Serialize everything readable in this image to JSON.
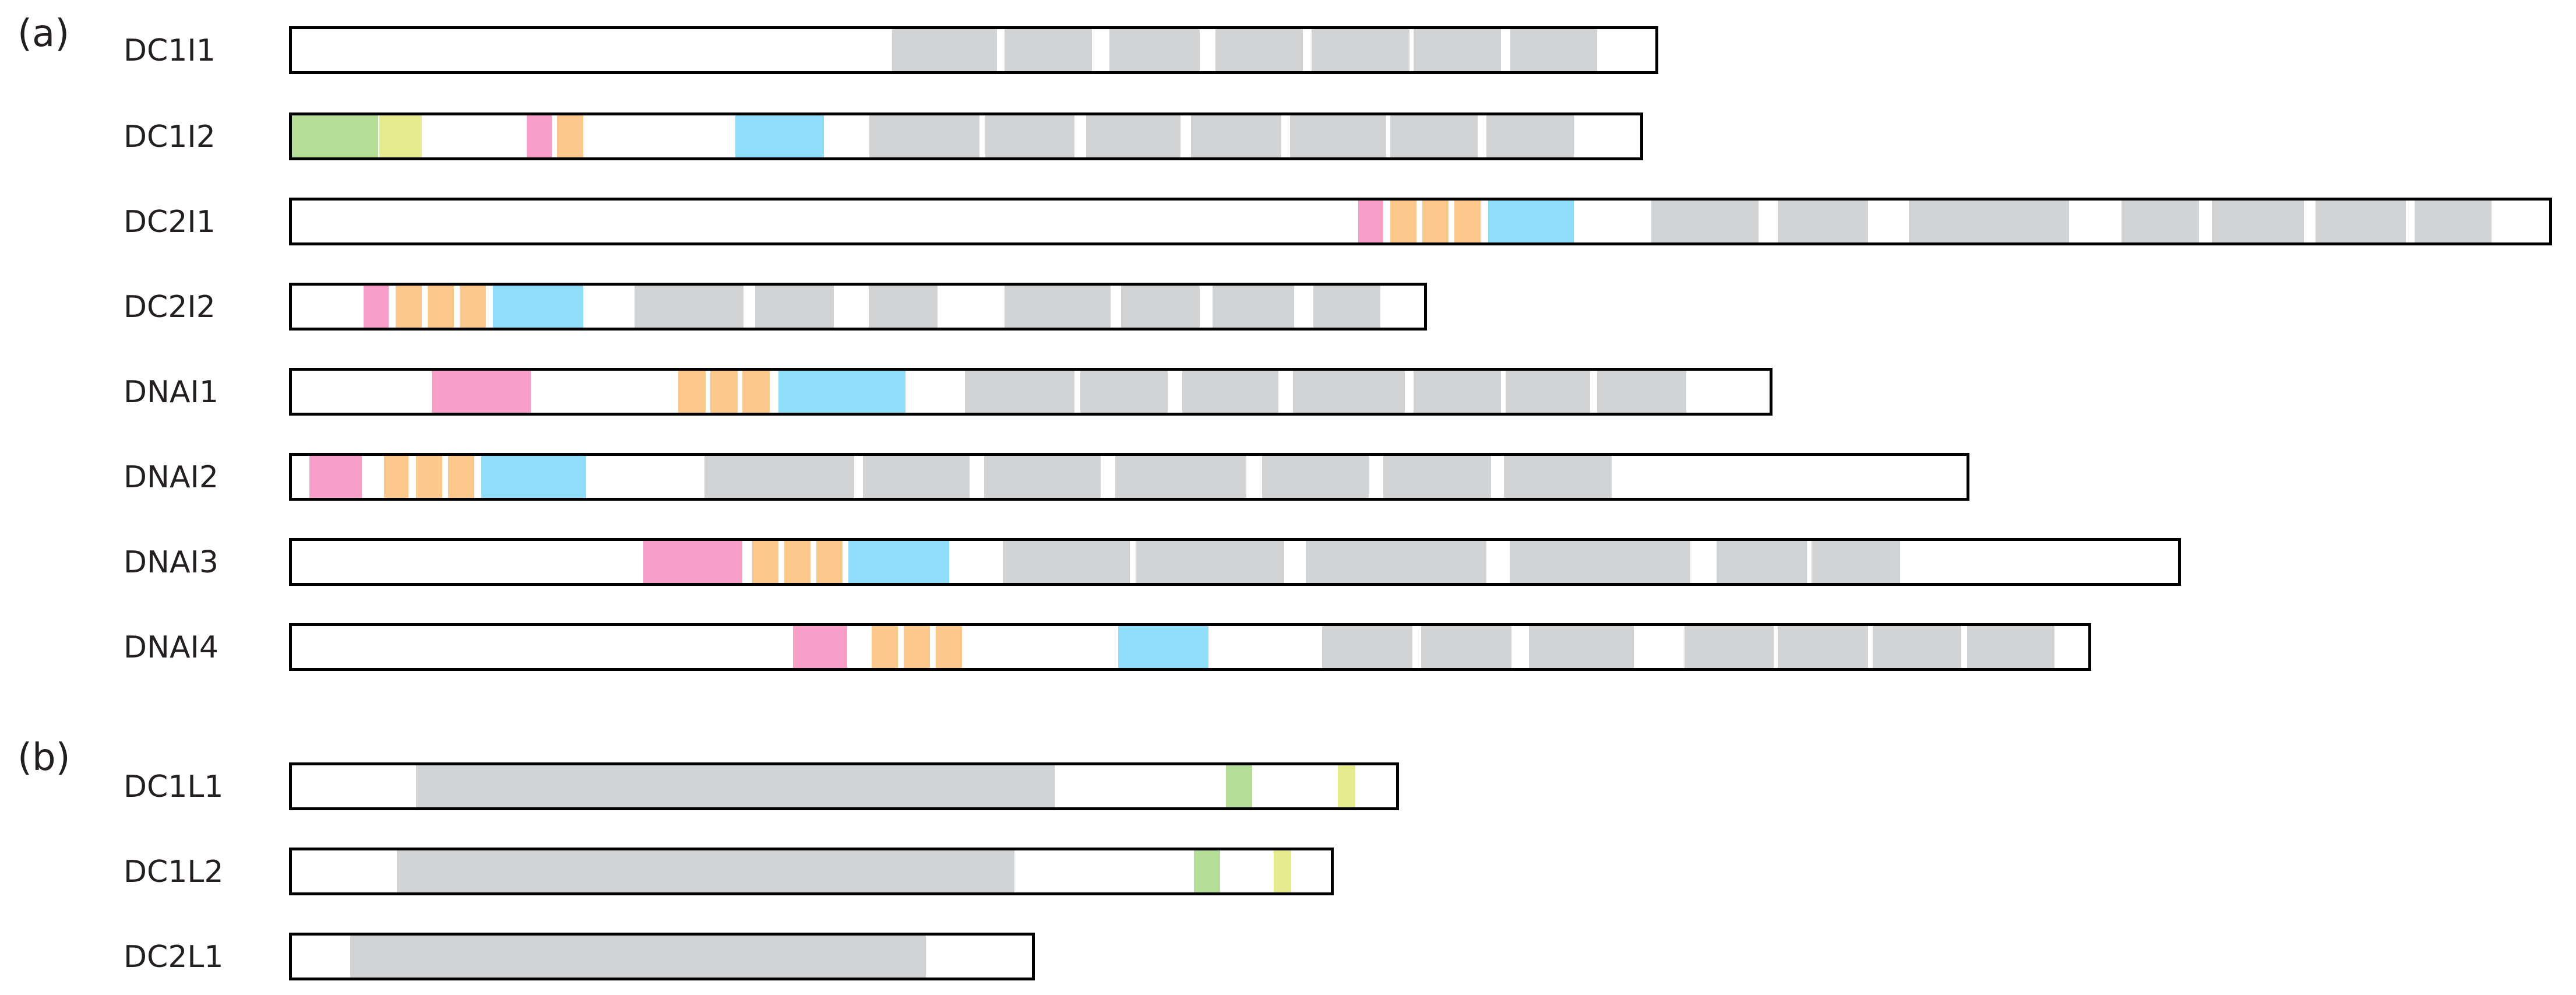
{
  "colors": {
    "gray": "#d1d3d4",
    "green": "#b6dd97",
    "yellow": "#e6ec8d",
    "pink": "#f89fc9",
    "orange": "#fcc88b",
    "cyan": "#8fddf8",
    "outline": "#000000",
    "text": "#231f20"
  },
  "panels": [
    {
      "label": "(a)",
      "rows": [
        {
          "name": "DC1I1",
          "length": 2350,
          "domains": [
            {
              "c": "gray",
              "s": 1035,
              "e": 1215
            },
            {
              "c": "gray",
              "s": 1228,
              "e": 1378
            },
            {
              "c": "gray",
              "s": 1408,
              "e": 1563
            },
            {
              "c": "gray",
              "s": 1590,
              "e": 1740
            },
            {
              "c": "gray",
              "s": 1755,
              "e": 1923
            },
            {
              "c": "gray",
              "s": 1930,
              "e": 2080
            },
            {
              "c": "gray",
              "s": 2096,
              "e": 2245
            }
          ]
        },
        {
          "name": "DC1I2",
          "length": 2324,
          "domains": [
            {
              "c": "green",
              "s": 0,
              "e": 148
            },
            {
              "c": "yellow",
              "s": 155,
              "e": 228
            },
            {
              "c": "pink",
              "s": 408,
              "e": 451
            },
            {
              "c": "orange",
              "s": 460,
              "e": 505
            },
            {
              "c": "cyan",
              "s": 766,
              "e": 918
            },
            {
              "c": "gray",
              "s": 996,
              "e": 1185
            },
            {
              "c": "gray",
              "s": 1195,
              "e": 1348
            },
            {
              "c": "gray",
              "s": 1368,
              "e": 1530
            },
            {
              "c": "gray",
              "s": 1548,
              "e": 1703
            },
            {
              "c": "gray",
              "s": 1718,
              "e": 1883
            },
            {
              "c": "gray",
              "s": 1890,
              "e": 2040
            },
            {
              "c": "gray",
              "s": 2055,
              "e": 2205
            }
          ]
        },
        {
          "name": "DC2I1",
          "length": 3884,
          "domains": [
            {
              "c": "pink",
              "s": 1835,
              "e": 1878
            },
            {
              "c": "orange",
              "s": 1890,
              "e": 1935
            },
            {
              "c": "orange",
              "s": 1945,
              "e": 1990
            },
            {
              "c": "orange",
              "s": 2000,
              "e": 2045
            },
            {
              "c": "cyan",
              "s": 2058,
              "e": 2205
            },
            {
              "c": "gray",
              "s": 2338,
              "e": 2522
            },
            {
              "c": "gray",
              "s": 2555,
              "e": 2710
            },
            {
              "c": "gray",
              "s": 2780,
              "e": 3055
            },
            {
              "c": "gray",
              "s": 3145,
              "e": 3278
            },
            {
              "c": "gray",
              "s": 3300,
              "e": 3458
            },
            {
              "c": "gray",
              "s": 3478,
              "e": 3633
            },
            {
              "c": "gray",
              "s": 3648,
              "e": 3780
            }
          ]
        },
        {
          "name": "DC2I2",
          "length": 1953,
          "domains": [
            {
              "c": "pink",
              "s": 128,
              "e": 171
            },
            {
              "c": "orange",
              "s": 183,
              "e": 228
            },
            {
              "c": "orange",
              "s": 238,
              "e": 283
            },
            {
              "c": "orange",
              "s": 293,
              "e": 338
            },
            {
              "c": "cyan",
              "s": 350,
              "e": 505
            },
            {
              "c": "gray",
              "s": 593,
              "e": 780
            },
            {
              "c": "gray",
              "s": 800,
              "e": 935
            },
            {
              "c": "gray",
              "s": 995,
              "e": 1113
            },
            {
              "c": "gray",
              "s": 1228,
              "e": 1410
            },
            {
              "c": "gray",
              "s": 1428,
              "e": 1563
            },
            {
              "c": "gray",
              "s": 1585,
              "e": 1725
            },
            {
              "c": "gray",
              "s": 1758,
              "e": 1873
            }
          ]
        },
        {
          "name": "DNAI1",
          "length": 2546,
          "domains": [
            {
              "c": "pink",
              "s": 245,
              "e": 415
            },
            {
              "c": "orange",
              "s": 668,
              "e": 715
            },
            {
              "c": "orange",
              "s": 723,
              "e": 770
            },
            {
              "c": "orange",
              "s": 778,
              "e": 825
            },
            {
              "c": "cyan",
              "s": 840,
              "e": 1058
            },
            {
              "c": "gray",
              "s": 1160,
              "e": 1348
            },
            {
              "c": "gray",
              "s": 1358,
              "e": 1508
            },
            {
              "c": "gray",
              "s": 1533,
              "e": 1698
            },
            {
              "c": "gray",
              "s": 1723,
              "e": 1915
            },
            {
              "c": "gray",
              "s": 1930,
              "e": 2080
            },
            {
              "c": "gray",
              "s": 2088,
              "e": 2233
            },
            {
              "c": "gray",
              "s": 2245,
              "e": 2398
            }
          ]
        },
        {
          "name": "DNAI2",
          "length": 2884,
          "domains": [
            {
              "c": "pink",
              "s": 35,
              "e": 125
            },
            {
              "c": "orange",
              "s": 163,
              "e": 205
            },
            {
              "c": "orange",
              "s": 218,
              "e": 263
            },
            {
              "c": "orange",
              "s": 273,
              "e": 318
            },
            {
              "c": "cyan",
              "s": 330,
              "e": 510
            },
            {
              "c": "gray",
              "s": 713,
              "e": 970
            },
            {
              "c": "gray",
              "s": 985,
              "e": 1168
            },
            {
              "c": "gray",
              "s": 1193,
              "e": 1393
            },
            {
              "c": "gray",
              "s": 1418,
              "e": 1643
            },
            {
              "c": "gray",
              "s": 1670,
              "e": 1853
            },
            {
              "c": "gray",
              "s": 1878,
              "e": 2063
            },
            {
              "c": "gray",
              "s": 2085,
              "e": 2270
            }
          ]
        },
        {
          "name": "DNAI3",
          "length": 3247,
          "domains": [
            {
              "c": "pink",
              "s": 608,
              "e": 778
            },
            {
              "c": "orange",
              "s": 795,
              "e": 840
            },
            {
              "c": "orange",
              "s": 850,
              "e": 895
            },
            {
              "c": "orange",
              "s": 905,
              "e": 950
            },
            {
              "c": "cyan",
              "s": 960,
              "e": 1133
            },
            {
              "c": "gray",
              "s": 1225,
              "e": 1443
            },
            {
              "c": "gray",
              "s": 1453,
              "e": 1708
            },
            {
              "c": "gray",
              "s": 1745,
              "e": 2055
            },
            {
              "c": "gray",
              "s": 2095,
              "e": 2405
            },
            {
              "c": "gray",
              "s": 2450,
              "e": 2605
            },
            {
              "c": "gray",
              "s": 2613,
              "e": 2765
            }
          ]
        },
        {
          "name": "DNAI4",
          "length": 3093,
          "domains": [
            {
              "c": "pink",
              "s": 865,
              "e": 958
            },
            {
              "c": "orange",
              "s": 1000,
              "e": 1045
            },
            {
              "c": "orange",
              "s": 1055,
              "e": 1100
            },
            {
              "c": "orange",
              "s": 1110,
              "e": 1155
            },
            {
              "c": "cyan",
              "s": 1423,
              "e": 1578
            },
            {
              "c": "gray",
              "s": 1773,
              "e": 1928
            },
            {
              "c": "gray",
              "s": 1943,
              "e": 2098
            },
            {
              "c": "gray",
              "s": 2128,
              "e": 2308
            },
            {
              "c": "gray",
              "s": 2395,
              "e": 2548
            },
            {
              "c": "gray",
              "s": 2555,
              "e": 2710
            },
            {
              "c": "gray",
              "s": 2718,
              "e": 2870
            },
            {
              "c": "gray",
              "s": 2880,
              "e": 3030
            }
          ]
        }
      ]
    },
    {
      "label": "(b)",
      "rows": [
        {
          "name": "DC1L1",
          "length": 1905,
          "domains": [
            {
              "c": "gray",
              "s": 218,
              "e": 1315
            },
            {
              "c": "green",
              "s": 1608,
              "e": 1653
            },
            {
              "c": "yellow",
              "s": 1800,
              "e": 1830
            }
          ]
        },
        {
          "name": "DC1L2",
          "length": 1793,
          "domains": [
            {
              "c": "gray",
              "s": 185,
              "e": 1245
            },
            {
              "c": "green",
              "s": 1553,
              "e": 1598
            },
            {
              "c": "yellow",
              "s": 1690,
              "e": 1720
            }
          ]
        },
        {
          "name": "DC2L1",
          "length": 1280,
          "domains": [
            {
              "c": "gray",
              "s": 105,
              "e": 1093
            }
          ]
        }
      ]
    }
  ]
}
